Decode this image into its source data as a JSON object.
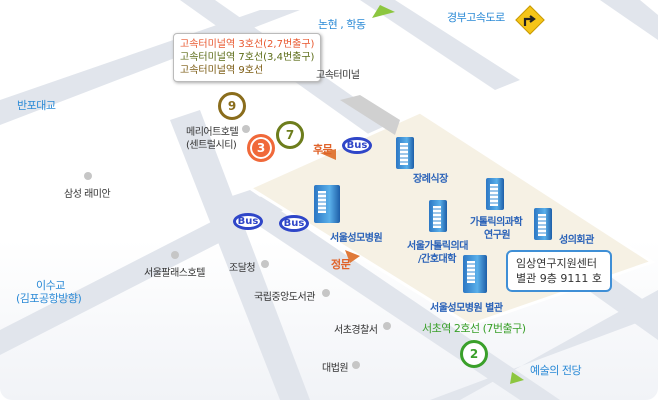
{
  "callout_terminal": {
    "line1": "고속터미널역 3호선(2,7번출구)",
    "line2": "고속터미널역 7호선(3,4번출구)",
    "line3": "고속터미널역 9호선",
    "colors": [
      "#e8572e",
      "#5b6b16",
      "#7a5a10"
    ]
  },
  "callout_center": {
    "line1": "임상연구지원센터",
    "line2": "별관 9층 9111 호"
  },
  "directions": {
    "nonhyeon": "논현 , 학동",
    "gyeongbu": "경부고속도로",
    "banpo": "반포대교",
    "isugyo": "이수교",
    "isugyo_sub": "(김포공항방향)",
    "arts": "예술의 전당"
  },
  "landmarks": {
    "terminal": "고속터미널",
    "marriott1": "메리어트호텔",
    "marriott2": "(센트럴시티)",
    "raemian": "삼성 래미안",
    "palace": "서울팔래스호텔",
    "procurement": "조달청",
    "library": "국립중앙도서관",
    "police": "서초경찰서",
    "court": "대법원"
  },
  "campus": {
    "funeral": "장례식장",
    "hospital": "서울성모병원",
    "college1": "서울가톨릭의대",
    "college2": "/간호대학",
    "research1": "가톨릭의과학",
    "research2": "연구원",
    "hall": "성의회관",
    "annex": "서울성모병원 별관",
    "back_gate": "후문",
    "main_gate": "정문"
  },
  "subway": {
    "line9": "9",
    "line3": "3",
    "line7": "7",
    "line2": "2",
    "seocho": "서초역 2호선 (7번출구)",
    "colors": {
      "line9": "#8a6d1c",
      "line3": "#f0693a",
      "line7": "#6d7d1c",
      "line2": "#3aa02a"
    }
  },
  "bus_label": "Bus"
}
